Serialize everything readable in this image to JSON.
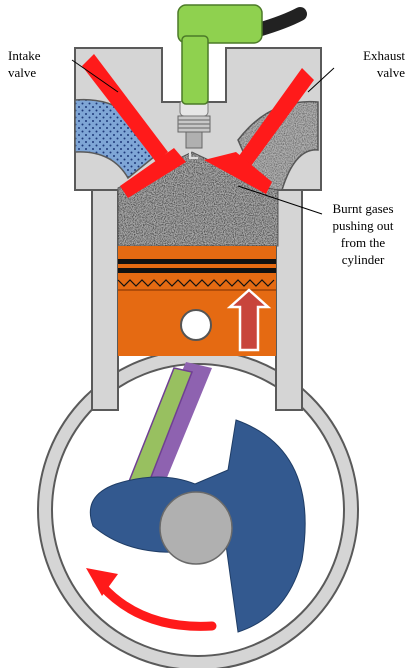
{
  "labels": {
    "intake": [
      "Intake",
      "valve"
    ],
    "exhaust": [
      "Exhaust",
      "valve"
    ],
    "burnt_gases": [
      "Burnt gases",
      "pushing out",
      "from the",
      "cylinder"
    ]
  },
  "colors": {
    "engine_block": "#d5d5d5",
    "block_stroke": "#5a5a5a",
    "spark_plug_cap": "#8fd14f",
    "intake_mixture": "#7fa6d6",
    "exhaust_gas": "#b0b0b0",
    "valve": "#ff1a1a",
    "piston": "#e56a12",
    "piston_rings": "#111111",
    "motion_arrow": "#c8453c",
    "connecting_rod_outer": "#8e62b0",
    "connecting_rod_inner": "#98c060",
    "crank": "#33598f",
    "crank_hub": "#b0b0b0",
    "rotation_arrow": "#ff1a1a"
  },
  "icons": {
    "up_arrow": "piston-up-arrow",
    "rotation": "crank-rotation-arrow"
  }
}
